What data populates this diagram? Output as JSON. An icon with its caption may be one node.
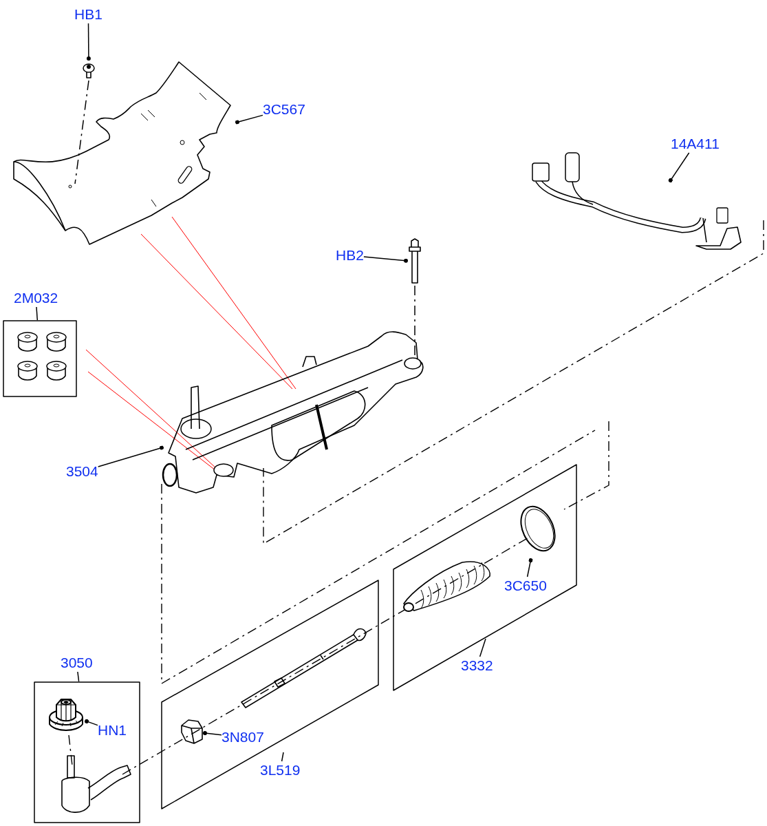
{
  "diagram": {
    "nodes": [
      {
        "text": [
          "HB1"
        ]
      },
      {
        "text": [],
        "shape": "picture"
      },
      {
        "text": [
          "3C567"
        ]
      },
      {
        "text": [],
        "shape": "picture"
      },
      {
        "text": [
          "14A411"
        ]
      },
      {
        "text": [],
        "shape": "picture"
      },
      {
        "text": [
          "HB2"
        ]
      },
      {
        "text": [],
        "shape": "picture"
      },
      {
        "text": [
          "2M032"
        ]
      },
      {
        "text": [],
        "shape": "box"
      },
      {
        "text": [
          "3504"
        ]
      },
      {
        "text": [],
        "shape": "picture"
      },
      {
        "text": [],
        "shape": "box"
      },
      {
        "text": [
          "3C650"
        ],
        "in": 12
      },
      {
        "text": [],
        "shape": "picture",
        "in": 12
      },
      {
        "text": [
          "3332"
        ]
      },
      {
        "text": [
          "3050"
        ]
      },
      {
        "text": [],
        "shape": "box"
      },
      {
        "text": [
          "HN1"
        ],
        "in": 17
      },
      {
        "text": [],
        "shape": "picture",
        "in": 17
      },
      {
        "text": [],
        "shape": "box"
      },
      {
        "text": [
          "3N807"
        ],
        "in": 20
      },
      {
        "text": [],
        "shape": "picture",
        "in": 20
      },
      {
        "text": [
          "3L519"
        ]
      }
    ],
    "edges": [
      {
        "from": 0,
        "to": 1,
        "arrow": "other"
      },
      {
        "from": 1,
        "to": 3,
        "arrow": "none",
        "style": "dashed"
      },
      {
        "from": 2,
        "to": 3,
        "arrow": "other"
      },
      {
        "from": 4,
        "to": 5,
        "arrow": "other"
      },
      {
        "from": 6,
        "to": 7,
        "arrow": "other"
      },
      {
        "from": 7,
        "to": 11,
        "arrow": "none",
        "style": "dashed"
      },
      {
        "from": 8,
        "to": 9,
        "arrow": "none"
      },
      {
        "from": 10,
        "to": 11,
        "arrow": "other"
      },
      {
        "from": 13,
        "to": 14,
        "arrow": "other"
      },
      {
        "from": 15,
        "to": 12,
        "arrow": "none"
      },
      {
        "from": 16,
        "to": 17,
        "arrow": "none"
      },
      {
        "from": 18,
        "to": 19,
        "arrow": "other"
      },
      {
        "from": 21,
        "to": 22,
        "arrow": "other"
      },
      {
        "from": 23,
        "to": 20,
        "arrow": "none"
      }
    ]
  }
}
